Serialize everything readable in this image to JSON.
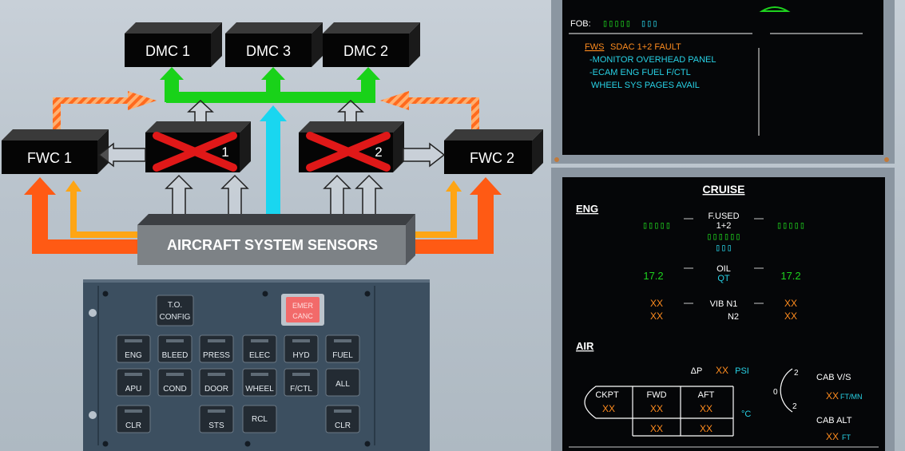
{
  "diagram": {
    "dmc": [
      "DMC 1",
      "DMC 3",
      "DMC 2"
    ],
    "fwc": [
      "FWC 1",
      "FWC 2"
    ],
    "sdac": [
      "1",
      "2"
    ],
    "sensors": "AIRCRAFT SYSTEM SENSORS"
  },
  "ecp": {
    "to_config": [
      "T.O.",
      "CONFIG"
    ],
    "emer_canc": [
      "EMER",
      "CANC"
    ],
    "row1": [
      "ENG",
      "BLEED",
      "PRESS",
      "ELEC",
      "HYD",
      "FUEL"
    ],
    "row2": [
      "APU",
      "COND",
      "DOOR",
      "WHEEL",
      "F/CTL",
      "ALL"
    ],
    "clr": "CLR",
    "sts": "STS",
    "rcl": "RCL"
  },
  "upper_ecam": {
    "fob_label": "FOB:",
    "fob_value": "▯▯▯▯▯",
    "fob_unit": "▯▯▯",
    "fws_label": "FWS",
    "fault": "SDAC 1+2 FAULT",
    "lines": [
      "-MONITOR OVERHEAD PANEL",
      "-ECAM ENG FUEL F/CTL",
      "WHEEL SYS PAGES AVAIL"
    ]
  },
  "lower_ecam": {
    "title": "CRUISE",
    "eng_label": "ENG",
    "fused_label": [
      "F.USED",
      "1+2"
    ],
    "fused_left": "▯▯▯▯▯",
    "fused_right": "▯▯▯▯▯",
    "fused_total": "▯▯▯▯▯▯",
    "fused_unit": "▯▯▯",
    "oil_left": "17.2",
    "oil_right": "17.2",
    "oil_label": "OIL",
    "oil_unit": "QT",
    "xx": "XX",
    "vib_n1": "VIB  N1",
    "vib_n2": "N2",
    "air_label": "AIR",
    "dp_label": "ΔP",
    "dp_unit": "PSI",
    "cab_vs": "CAB V/S",
    "cab_vs_unit": "FT/MN",
    "cab_alt": "CAB ALT",
    "cab_alt_unit": "FT",
    "gauge_top": "2",
    "gauge_mid": "0",
    "gauge_bot": "2",
    "zones": [
      "CKPT",
      "FWD",
      "AFT"
    ],
    "temp_unit": "°C"
  },
  "colors": {
    "green_bus": "#19d219",
    "cyan_arrow": "#19d6f0",
    "orange_arrow": "#ff5a14",
    "amber_arrow": "#ffa514",
    "cross": "#e01818",
    "ecam_green": "#1ed21e",
    "ecam_cyan": "#28d2e6",
    "ecam_amber": "#ff8c1e"
  }
}
